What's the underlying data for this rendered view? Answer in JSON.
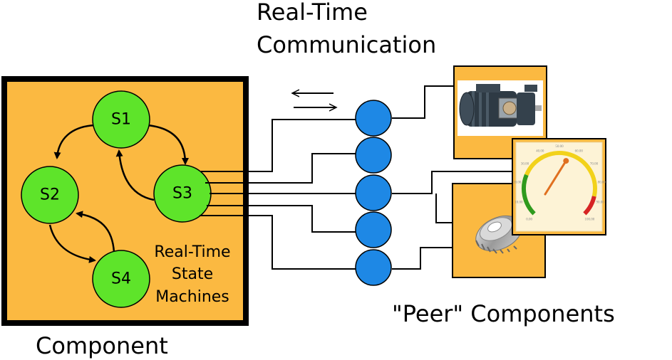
{
  "title": {
    "line1": "Real-Time",
    "line2": "Communication"
  },
  "component": {
    "label": "Component",
    "states": [
      "S1",
      "S2",
      "S3",
      "S4"
    ],
    "state_machines_label": [
      "Real-Time",
      "State",
      "Machines"
    ]
  },
  "peers": {
    "label": "\"Peer\" Components"
  },
  "gauge": {
    "ticks": [
      "0.00",
      "10.00",
      "20.00",
      "30.00",
      "40.00",
      "50.00",
      "60.00",
      "70.00",
      "80.00",
      "90.00",
      "100.00"
    ],
    "needle_value": 55
  },
  "colors": {
    "component_fill": "#fbb941",
    "state_fill": "#5ee42a",
    "port_fill": "#1e88e5",
    "frame": "#000000"
  },
  "ports": {
    "count": 5
  }
}
